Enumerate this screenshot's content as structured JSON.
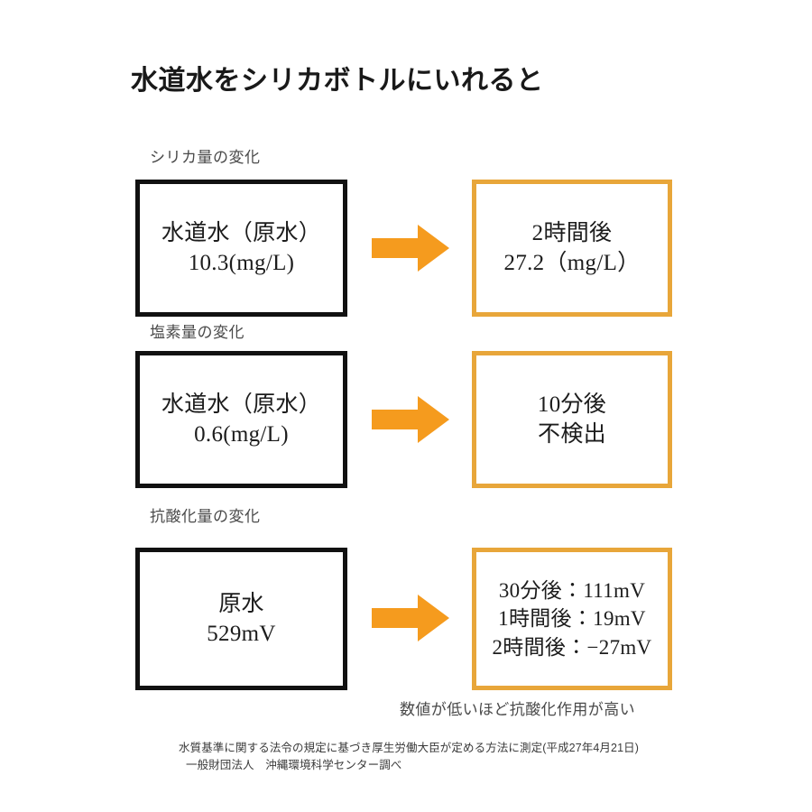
{
  "page": {
    "title": "水道水をシリカボトルにいれると",
    "background_color": "#ffffff",
    "accent_color": "#f59b1e",
    "box_border_color": "#e8a63a",
    "source_box_border_color": "#111111"
  },
  "sections": [
    {
      "label": "シリカ量の変化",
      "before": {
        "line1": "水道水（原水）",
        "line2": "10.3(mg/L)"
      },
      "after": {
        "line1": "2時間後",
        "line2": "27.2（mg/L）"
      },
      "arrow": "right-arrow-icon"
    },
    {
      "label": "塩素量の変化",
      "before": {
        "line1": "水道水（原水）",
        "line2": "0.6(mg/L)"
      },
      "after": {
        "line1": "10分後",
        "line2": "不検出"
      },
      "arrow": "right-arrow-icon"
    },
    {
      "label": "抗酸化量の変化",
      "before": {
        "line1": "原水",
        "line2": "529mV"
      },
      "after": {
        "line1": "30分後：111mV",
        "line2": "1時間後：19mV",
        "line3": "2時間後：−27mV"
      },
      "arrow": "right-arrow-icon"
    }
  ],
  "notes": {
    "antioxidant": "数値が低いほど抗酸化作用が高い"
  },
  "footnotes": {
    "line1": "水質基準に関する法令の規定に基づき厚生労働大臣が定める方法に測定(平成27年4月21日)",
    "line2": "一般財団法人　沖縄環境科学センター調べ"
  },
  "chart_data": {
    "type": "table",
    "title": "水道水をシリカボトルにいれると",
    "categories": [
      "シリカ量の変化",
      "塩素量の変化",
      "抗酸化量の変化"
    ],
    "rows": [
      {
        "metric": "シリカ量の変化",
        "unit": "mg/L",
        "baseline_label": "水道水（原水）",
        "baseline_value": 10.3,
        "result_label": "2時間後",
        "result_value": 27.2
      },
      {
        "metric": "塩素量の変化",
        "unit": "mg/L",
        "baseline_label": "水道水（原水）",
        "baseline_value": 0.6,
        "result_label": "10分後",
        "result_value": "不検出"
      },
      {
        "metric": "抗酸化量の変化",
        "unit": "mV",
        "baseline_label": "原水",
        "baseline_value": 529,
        "results": [
          {
            "label": "30分後",
            "value": 111
          },
          {
            "label": "1時間後",
            "value": 19
          },
          {
            "label": "2時間後",
            "value": -27
          }
        ],
        "note": "数値が低いほど抗酸化作用が高い"
      }
    ]
  }
}
